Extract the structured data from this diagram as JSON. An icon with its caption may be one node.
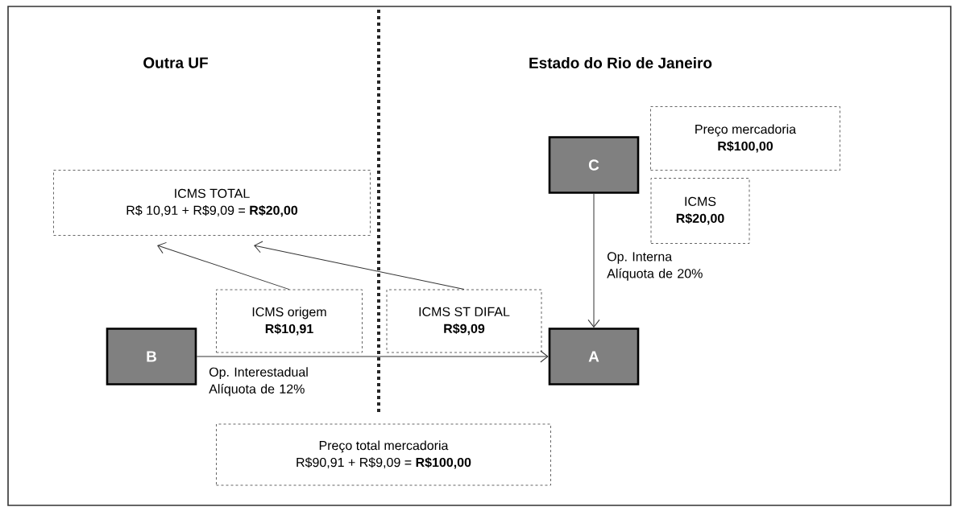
{
  "diagram": {
    "nodes": [
      {
        "text": [
          "ICMS TOTAL",
          "R$ 10,91 + R$9,09 = **R$20,00**"
        ]
      },
      {
        "text": [
          "C"
        ]
      },
      {
        "text": [
          "Preço mercadoria",
          "R$100,00"
        ]
      },
      {
        "text": [
          "ICMS",
          "R$20,00"
        ]
      },
      {
        "text": [
          "ICMS origem",
          "R$10,91"
        ]
      },
      {
        "text": [
          "ICMS ST DIFAL",
          "R$9,09"
        ]
      },
      {
        "text": [
          "B"
        ]
      },
      {
        "text": [
          "A"
        ]
      },
      {
        "text": [
          "Preço total mercadoria",
          "R$90,91 + R$9,09 = **R$100,00**"
        ]
      }
    ],
    "edges": [
      {
        "from": 4,
        "to": 0,
        "arrow": "to"
      },
      {
        "from": 5,
        "to": 0,
        "arrow": "to"
      },
      {
        "from": 1,
        "to": 7,
        "arrow": "to",
        "label": "Op. Interna Alíquota de 20%"
      },
      {
        "from": 6,
        "to": 7,
        "arrow": "to",
        "label": "Op. Interestadual Alíquota de 12%"
      }
    ],
    "labels": [
      "Outra UF",
      "Estado do Rio de Janeiro"
    ]
  }
}
